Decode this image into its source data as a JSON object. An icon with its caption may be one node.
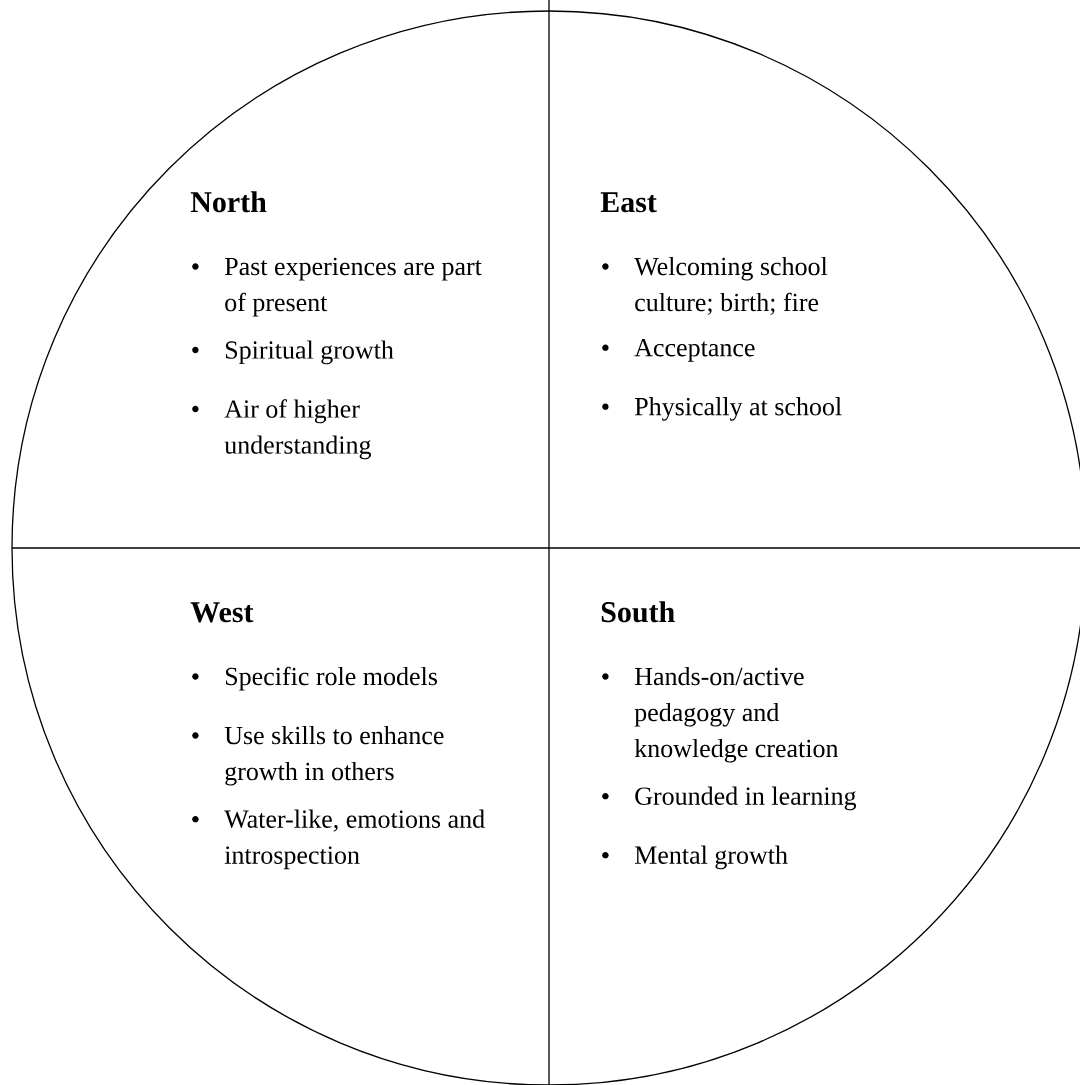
{
  "diagram": {
    "nodes": [
      {
        "text": [
          "North",
          "Past experiences are part of present",
          "Spiritual growth",
          "Air of higher understanding"
        ]
      },
      {
        "text": [
          "East",
          "Welcoming school culture; birth; fire",
          "Acceptance",
          "Physically at school"
        ]
      },
      {
        "text": [
          "West",
          "Specific role models",
          "Use skills to enhance growth in others",
          "Water-like, emotions and introspection"
        ]
      },
      {
        "text": [
          "South",
          "Hands-on/active pedagogy and knowledge creation",
          "Grounded in learning",
          "Mental growth"
        ]
      }
    ]
  }
}
